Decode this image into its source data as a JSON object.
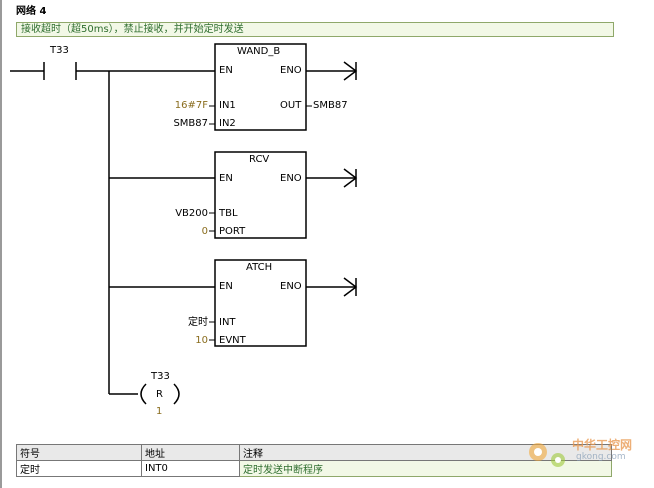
{
  "network": {
    "title": "网络 4",
    "comment": "接收超时（超50ms），禁止接收，并开始定时发送"
  },
  "contact": {
    "label": "T33"
  },
  "blocks": [
    {
      "name": "WAND_B",
      "pins": {
        "en": "EN",
        "eno": "ENO",
        "in1": "IN1",
        "in2": "IN2",
        "out": "OUT"
      },
      "inputs": {
        "in1_value": "16#7F",
        "in2_value": "SMB87"
      },
      "outputs": {
        "out_value": "SMB87"
      }
    },
    {
      "name": "RCV",
      "pins": {
        "en": "EN",
        "eno": "ENO",
        "tbl": "TBL",
        "port": "PORT"
      },
      "inputs": {
        "tbl_value": "VB200",
        "port_value": "0"
      }
    },
    {
      "name": "ATCH",
      "pins": {
        "en": "EN",
        "eno": "ENO",
        "int": "INT",
        "evnt": "EVNT"
      },
      "inputs": {
        "int_value": "定时",
        "evnt_value": "10"
      }
    }
  ],
  "reset_coil": {
    "label": "T33",
    "letter": "R",
    "count": "1"
  },
  "symbol_table": {
    "headers": [
      "符号",
      "地址",
      "注释"
    ],
    "rows": [
      [
        "定时",
        "INT0",
        "定时发送中断程序"
      ]
    ]
  },
  "watermark": {
    "text1": "中华工控网",
    "text2": "gkong.com"
  },
  "colors": {
    "accent_green": "#2f6e2f",
    "constant_olive": "#8a6d1e",
    "comment_bg": "#f2f8e6"
  }
}
